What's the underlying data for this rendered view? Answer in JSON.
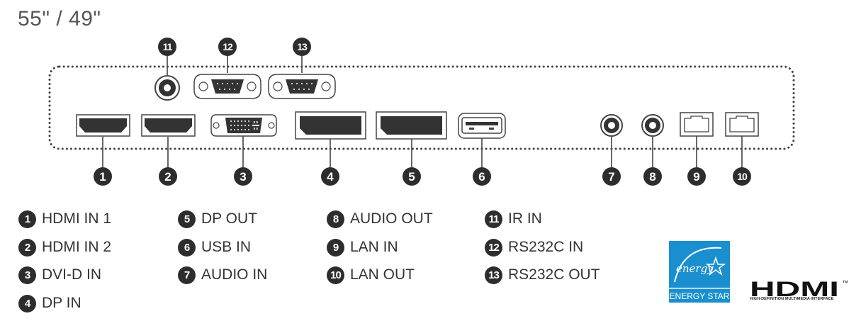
{
  "page_title": "55\" / 49\"",
  "ports": [
    {
      "num": "1",
      "label": "HDMI IN 1"
    },
    {
      "num": "2",
      "label": "HDMI IN 2"
    },
    {
      "num": "3",
      "label": "DVI-D IN"
    },
    {
      "num": "4",
      "label": "DP IN"
    },
    {
      "num": "5",
      "label": "DP OUT"
    },
    {
      "num": "6",
      "label": "USB IN"
    },
    {
      "num": "7",
      "label": "AUDIO IN"
    },
    {
      "num": "8",
      "label": "AUDIO OUT"
    },
    {
      "num": "9",
      "label": "LAN IN"
    },
    {
      "num": "10",
      "label": "LAN OUT"
    },
    {
      "num": "11",
      "label": "IR IN"
    },
    {
      "num": "12",
      "label": "RS232C IN"
    },
    {
      "num": "13",
      "label": "RS232C OUT"
    }
  ],
  "logos": {
    "energy_star_text": "ENERGY STAR",
    "energy_script": "energy",
    "hdmi_text": "HDMI",
    "hdmi_tm": "™",
    "hdmi_subtitle": "HIGH-DEFINITION MULTIMEDIA INTERFACE"
  },
  "colors": {
    "marker": "#2d2d2d",
    "outline": "#444444",
    "energy_star_blue": "#1a8fd0"
  }
}
